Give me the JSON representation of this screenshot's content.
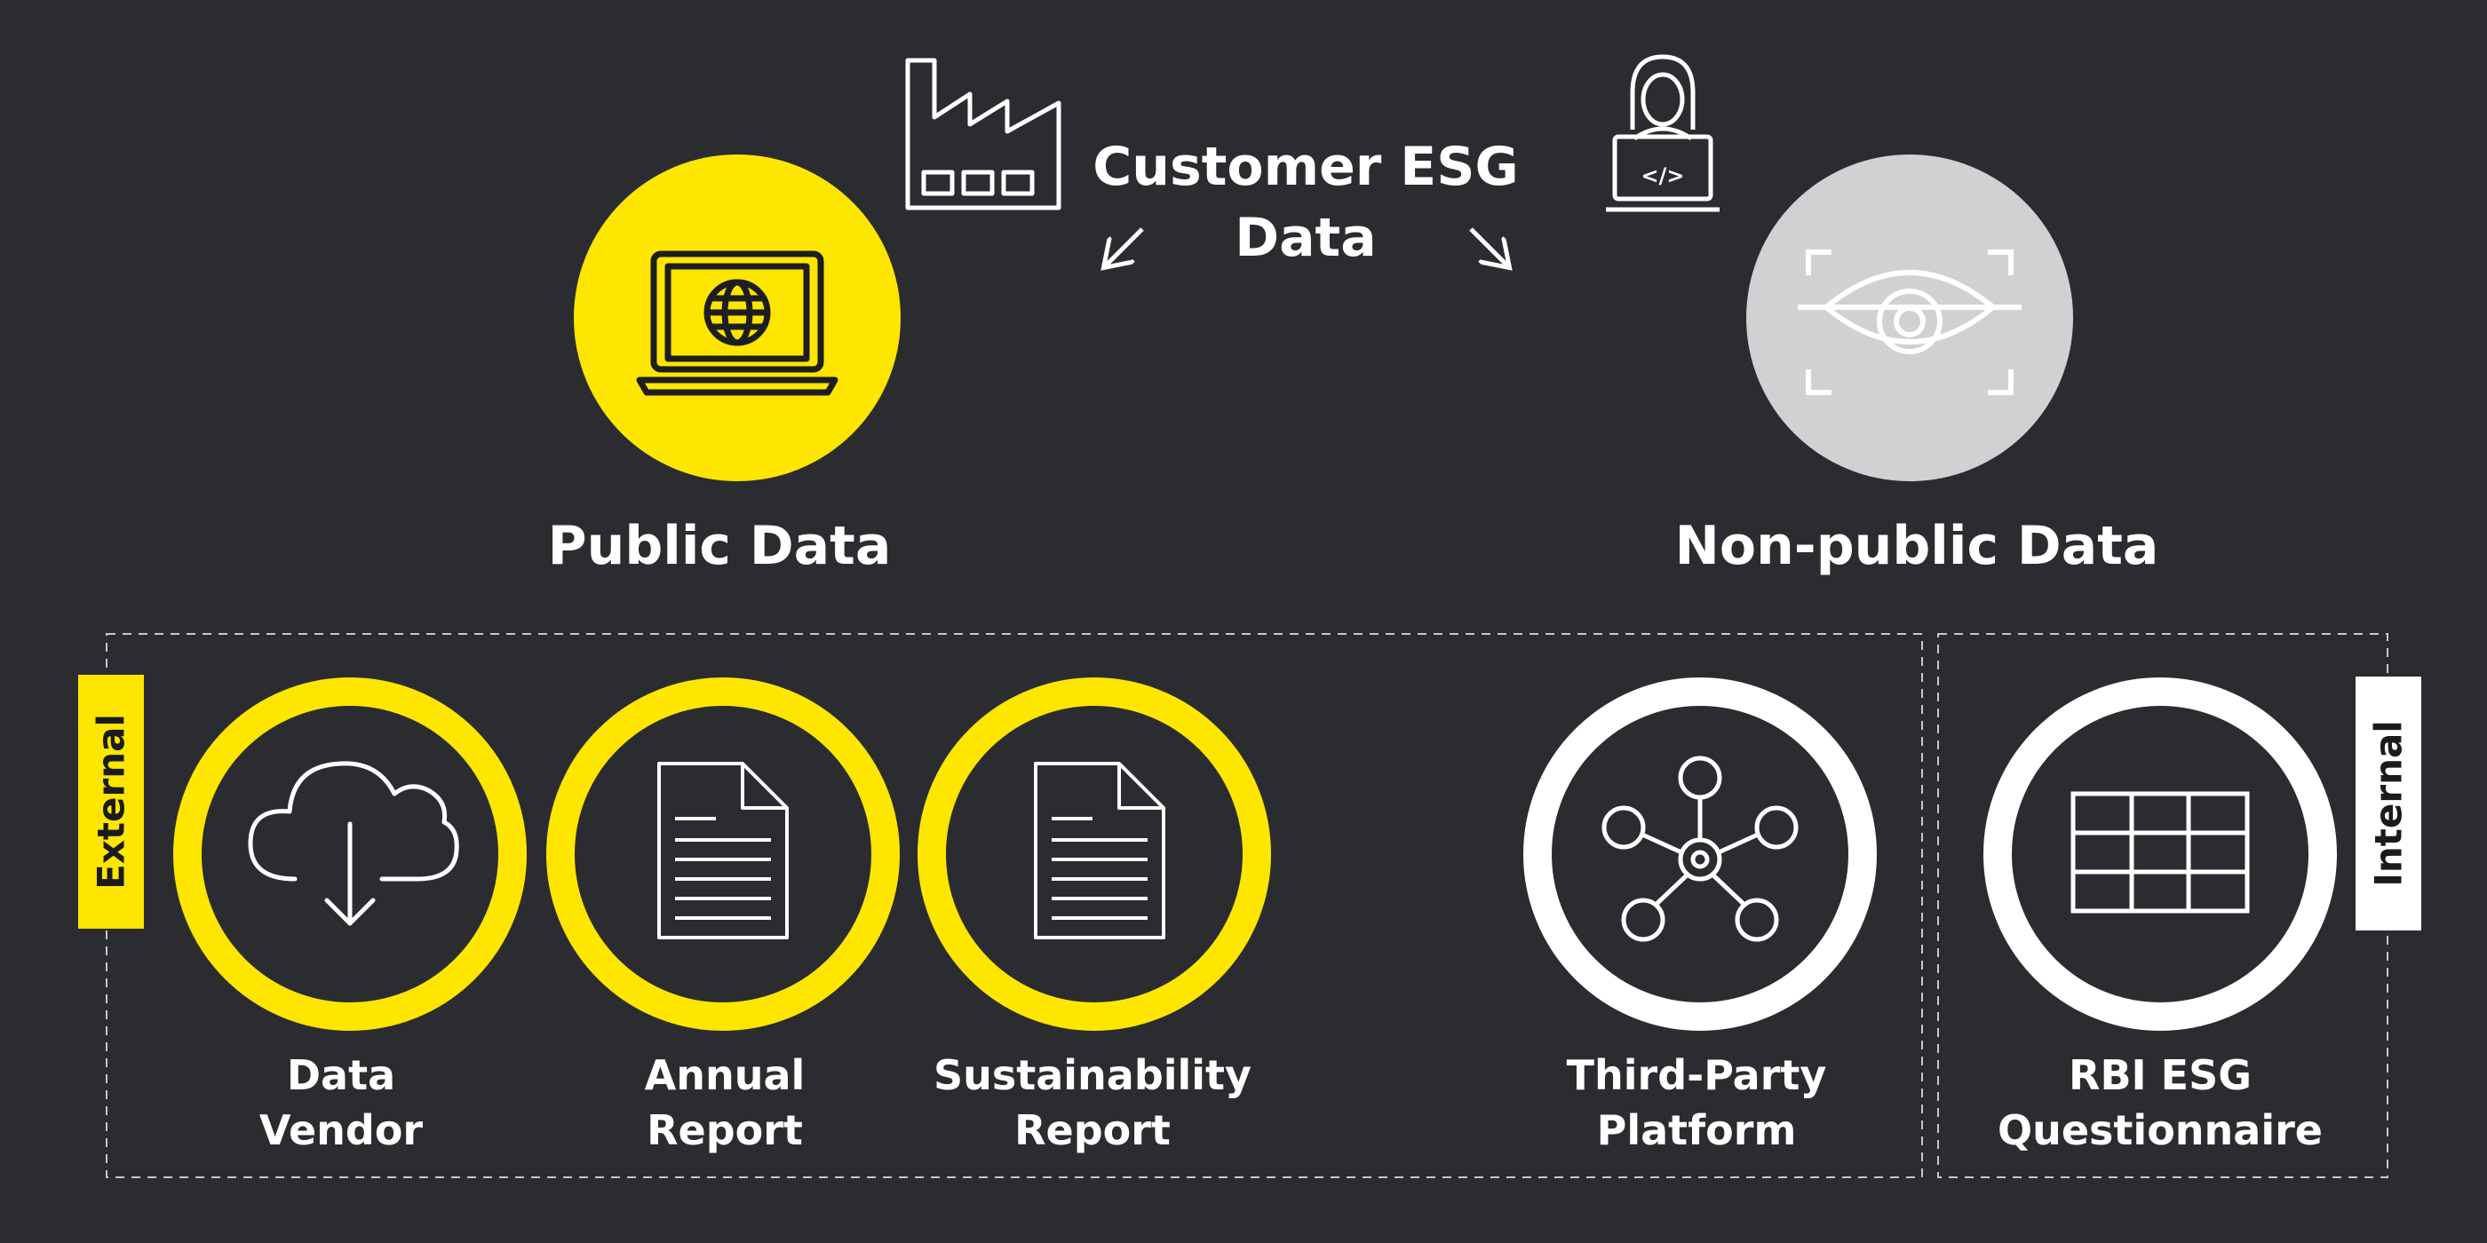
{
  "title": "Customer ESG Data",
  "public": {
    "label": "Public Data"
  },
  "nonpublic": {
    "label": "Non-public Data"
  },
  "tags": {
    "external": "External",
    "internal": "Internal"
  },
  "sources": [
    {
      "line1": "Data",
      "line2": "Vendor"
    },
    {
      "line1": "Annual",
      "line2": "Report"
    },
    {
      "line1": "Sustainability",
      "line2": "Report"
    },
    {
      "line1": "Third-Party",
      "line2": "Platform"
    },
    {
      "line1": "RBI ESG",
      "line2": "Questionnaire"
    }
  ],
  "icon_code_text": "</>",
  "colors": {
    "background": "#2b2c30",
    "yellow": "#ffe600",
    "grey": "#d0d1d2",
    "white": "#ffffff"
  },
  "icons": [
    "factory-icon",
    "developer-icon",
    "laptop-globe-icon",
    "eye-scan-icon",
    "cloud-download-icon",
    "document-icon",
    "network-icon",
    "grid-table-icon"
  ]
}
